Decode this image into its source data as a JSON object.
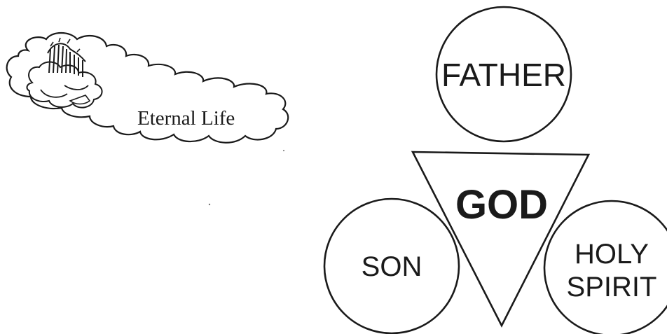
{
  "cloud": {
    "label": "Eternal Life",
    "icon": "heaven-gates-cloud-icon"
  },
  "trinity": {
    "center_label": "GOD",
    "top_label": "FATHER",
    "left_label": "SON",
    "right_label_line1": "HOLY",
    "right_label_line2": "SPIRIT"
  },
  "colors": {
    "ink": "#1a1a1a",
    "background": "#ffffff"
  }
}
